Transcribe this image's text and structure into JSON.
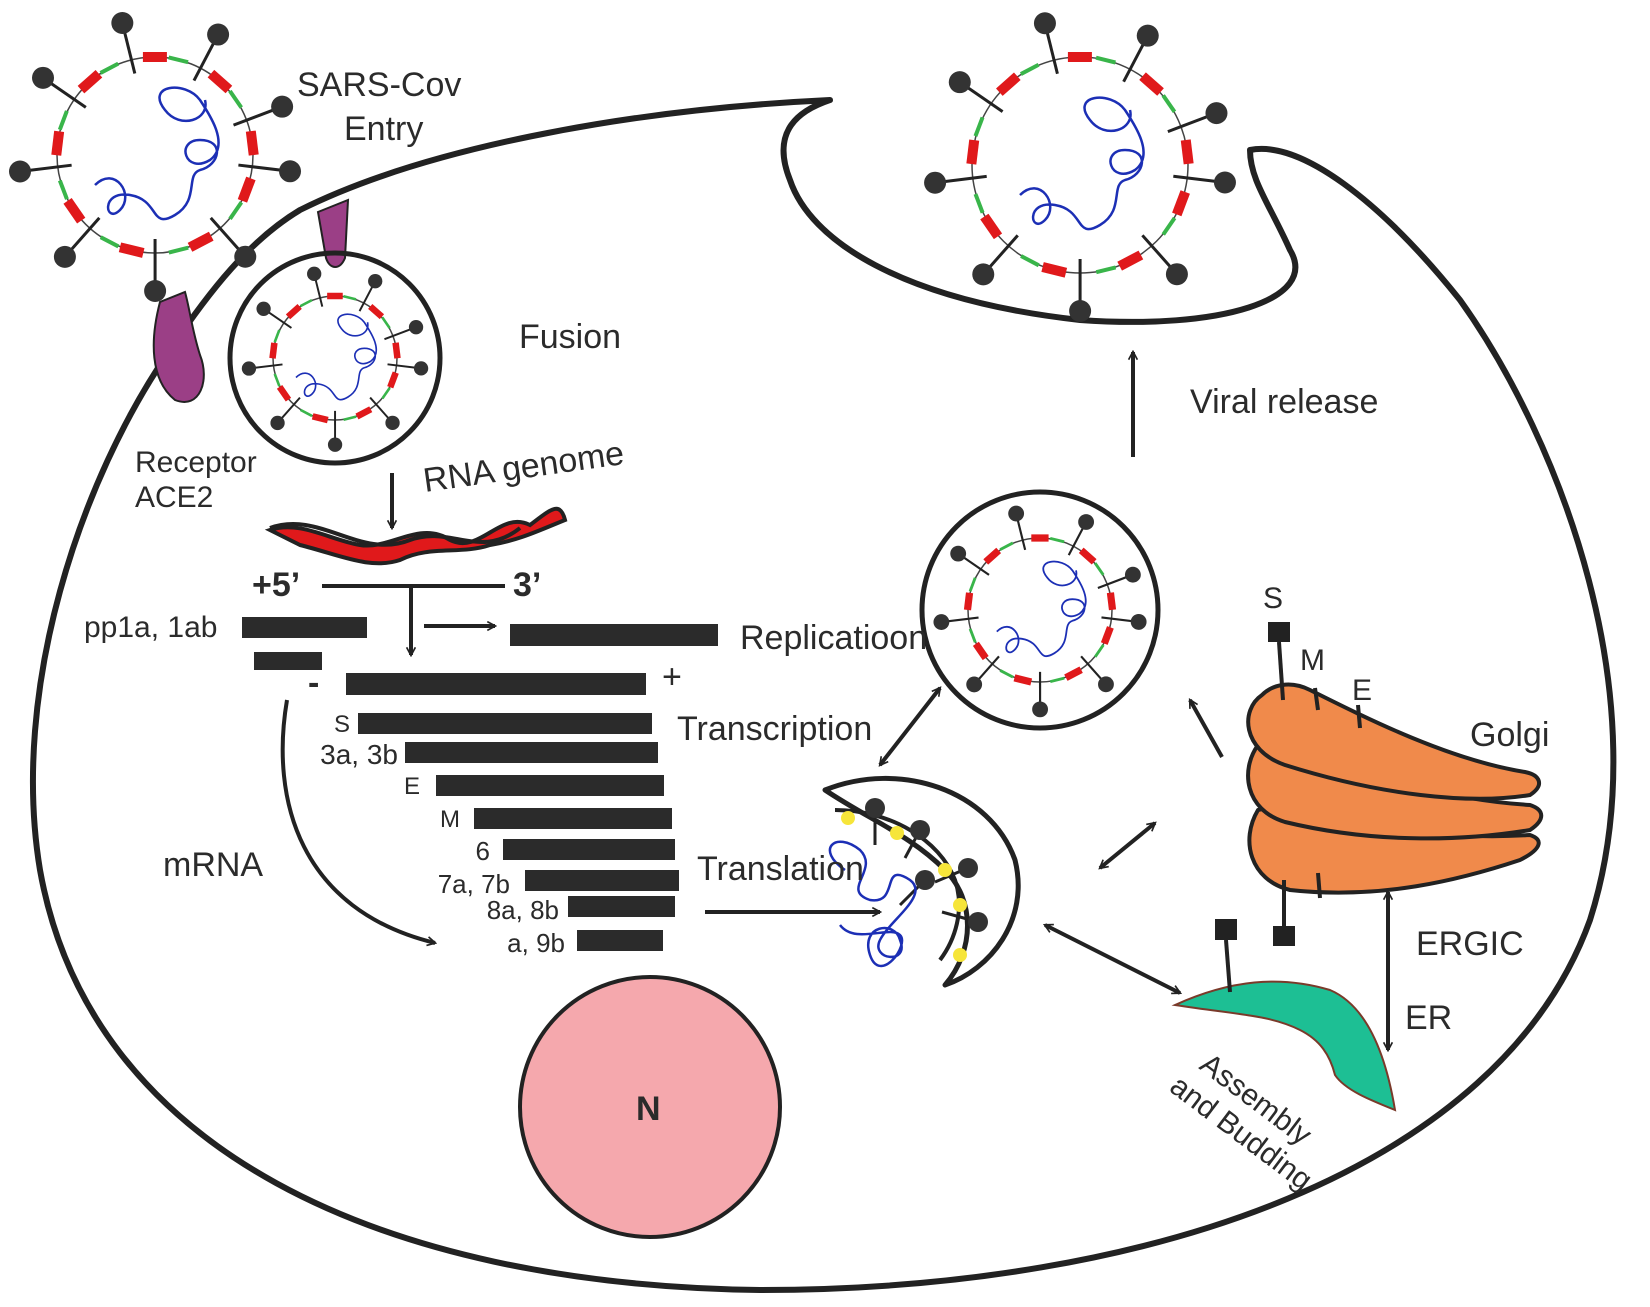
{
  "labels": {
    "entry_title_1": "SARS-Cov",
    "entry_title_2": "Entry",
    "fusion": "Fusion",
    "receptor_1": "Receptor",
    "receptor_2": "ACE2",
    "rna_genome": "RNA genome",
    "five_prime": "+5’",
    "three_prime": "3’",
    "pp1a": "pp1a, 1ab",
    "replication": "Replicatioon",
    "minus": "-",
    "plus": "+",
    "transcription": "Transcription",
    "mrna": "mRNA",
    "translation": "Translation",
    "viral_release": "Viral release",
    "golgi": "Golgi",
    "ergic": "ERGIC",
    "er": "ER",
    "assembly": "Assembly",
    "budding": "and Budding",
    "nucleus": "N",
    "protein_s": "S",
    "protein_m": "M",
    "protein_e": "E"
  },
  "genes": [
    "S",
    "3a, 3b",
    "E",
    "M",
    "6",
    "7a, 7b",
    "8a, 8b",
    "a, 9b"
  ],
  "colors": {
    "outline": "#222222",
    "envelope_red": "#e0191b",
    "envelope_green": "#39b54a",
    "rna_blue": "#1c2fb5",
    "receptor": "#9b3f86",
    "golgi": "#f08a4b",
    "er": "#1dbf94",
    "nucleus": "#f5a8ad",
    "yellow": "#f6e53a"
  },
  "icons": [
    "virus-icon",
    "receptor-icon",
    "golgi-icon",
    "er-icon",
    "nucleus-icon"
  ]
}
